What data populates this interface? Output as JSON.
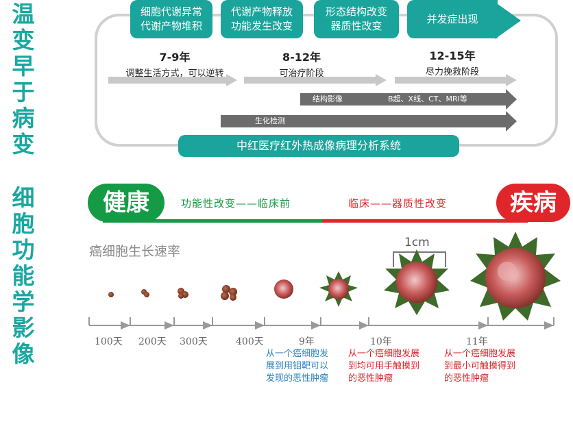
{
  "side_title_top": [
    "温",
    "变",
    "早",
    "于",
    "病",
    "变"
  ],
  "side_title_bottom": [
    "细",
    "胞",
    "功",
    "能",
    "学",
    "影",
    "像"
  ],
  "stages": [
    {
      "line1": "细胞代谢异常",
      "line2": "代谢产物堆积"
    },
    {
      "line1": "代谢产物释放",
      "line2": "功能发生改变"
    },
    {
      "line1": "形态结构改变",
      "line2": "器质性改变"
    },
    {
      "line1": "并发症出现",
      "line2": ""
    }
  ],
  "periods": [
    {
      "years": "7-9年",
      "label": "调整生活方式，可以逆转"
    },
    {
      "years": "8-12年",
      "label": "可治疗阶段"
    },
    {
      "years": "12-15年",
      "label": "尽力挽救阶段"
    }
  ],
  "detect_bars": [
    {
      "label": "结构影像",
      "note": "B超、X线、CT、MRI等"
    },
    {
      "label": "生化检测",
      "note": ""
    }
  ],
  "system_label": "中红医疗红外热成像病理分析系统",
  "health_bar": {
    "left_pill": "健康",
    "left_text": "功能性改变——临床前",
    "right_text": "临床——器质性改变",
    "right_pill": "疾病"
  },
  "growth_title": "癌细胞生长速率",
  "scale_label": "1cm",
  "timeline_ticks": [
    "100天",
    "200天",
    "300天",
    "400天",
    "9年",
    "10年",
    "11年"
  ],
  "notes": [
    {
      "lines": [
        "从一个癌细胞发",
        "展到用钼靶可以",
        "发现的恶性肿瘤"
      ],
      "color": "#2a7fc1"
    },
    {
      "lines": [
        "从一个癌细胞发展",
        "到均可用手触摸到",
        "的恶性肿瘤"
      ],
      "color": "#d9262b"
    },
    {
      "lines": [
        "从一个癌细胞发展",
        "到最小可触摸得到",
        "的恶性肿瘤"
      ],
      "color": "#d9262b"
    }
  ],
  "colors": {
    "teal": "#1aa49b",
    "green": "#159a45",
    "red": "#e0262b",
    "gray_arrow": "#6c6c6c"
  }
}
